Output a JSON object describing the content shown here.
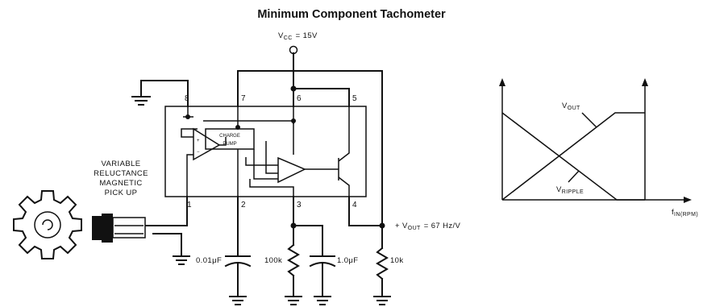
{
  "title": "Minimum Component Tachometer",
  "supply": {
    "label": "V",
    "sub": "CC",
    "value": "= 15V"
  },
  "sensor": {
    "line1": "VARIABLE",
    "line2": "RELUCTANCE",
    "line3": "MAGNETIC",
    "line4": "PICK UP"
  },
  "pins": {
    "p1": "1",
    "p2": "2",
    "p3": "3",
    "p4": "4",
    "p5": "5",
    "p6": "6",
    "p7": "7",
    "p8": "8"
  },
  "charge_pump": {
    "line1": "CHARGE",
    "line2": "PUMP"
  },
  "components": {
    "c1": "0.01μF",
    "c2": "1.0μF",
    "r1": "100k",
    "r2": "10k"
  },
  "output": {
    "prefix": "+ V",
    "sub": "OUT",
    "value": "= 67 Hz/V"
  },
  "graph": {
    "vout": {
      "label": "V",
      "sub": "OUT"
    },
    "vripple": {
      "label": "V",
      "sub": "RIPPLE"
    },
    "xaxis": {
      "label": "f",
      "sub": "IN(RPM)"
    }
  }
}
